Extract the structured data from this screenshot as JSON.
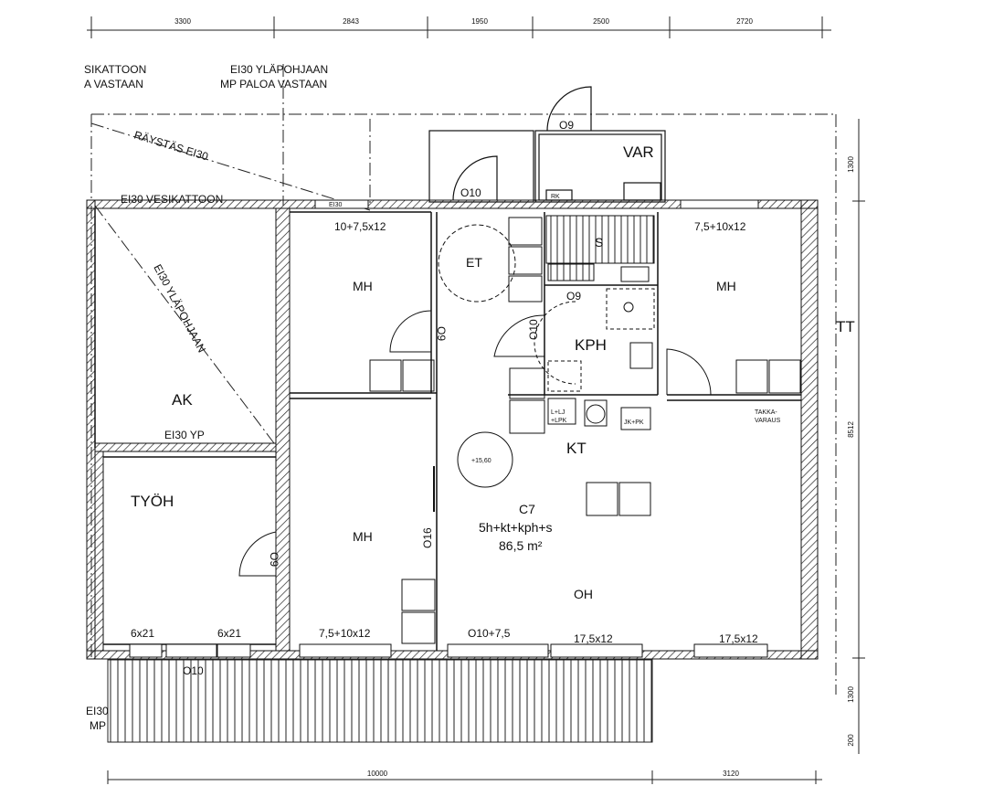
{
  "dimensions": {
    "top": [
      "3300",
      "2843",
      "1950",
      "2500",
      "2720"
    ],
    "bottom": [
      "10000",
      "3120"
    ],
    "right": [
      "1300",
      "8512",
      "1300",
      "200"
    ]
  },
  "annotations": {
    "fire_roof_left_1": "SIKATTOON",
    "fire_roof_left_2": "A VASTAAN",
    "fire_ceiling_top_1": "EI30 YLÄPOHJAAN",
    "fire_ceiling_top_2": "MP PALOA VASTAAN",
    "eaves": "RÄYSTÄS EI30",
    "roof_ei30": "EI30 VESIKATTOON",
    "ceiling_diag": "EI30 YLÄPOHJAAN",
    "ak_yp": "EI30 YP",
    "bottom_left_1": "EI30",
    "bottom_left_2": "MP",
    "ei30_small": "EI30",
    "rk": "RK",
    "takka_1": "TAKKA-",
    "takka_2": "VARAUS",
    "level": "+15,60",
    "tt": "TT",
    "lj": "L+LJ",
    "lpk": "+LPK",
    "jkpk": "JK+PK"
  },
  "rooms": {
    "var": "VAR",
    "et": "ET",
    "s": "S",
    "mh_top_left": "MH",
    "mh_top_right": "MH",
    "mh_center": "MH",
    "kph": "KPH",
    "kt": "KT",
    "ak": "AK",
    "tyoh": "TYÖH",
    "oh": "OH"
  },
  "apartment": {
    "name": "C7",
    "type": "5h+kt+kph+s",
    "area": "86,5 m²"
  },
  "windows": {
    "w1": "10+7,5x12",
    "w2": "7,5+10x12",
    "w3": "6x21",
    "w4": "6x21",
    "w5": "7,5+10x12",
    "w6": "O10+7,5",
    "w7": "17,5x12",
    "w8": "17,5x12"
  },
  "doors": {
    "d_var": "O9",
    "d_entry": "O10",
    "d_mh1": "O9",
    "d_kph_left": "O10",
    "d_kph_top": "O9",
    "d_oh": "O16",
    "d_tyoh": "O9",
    "d_terrace": "O10"
  }
}
